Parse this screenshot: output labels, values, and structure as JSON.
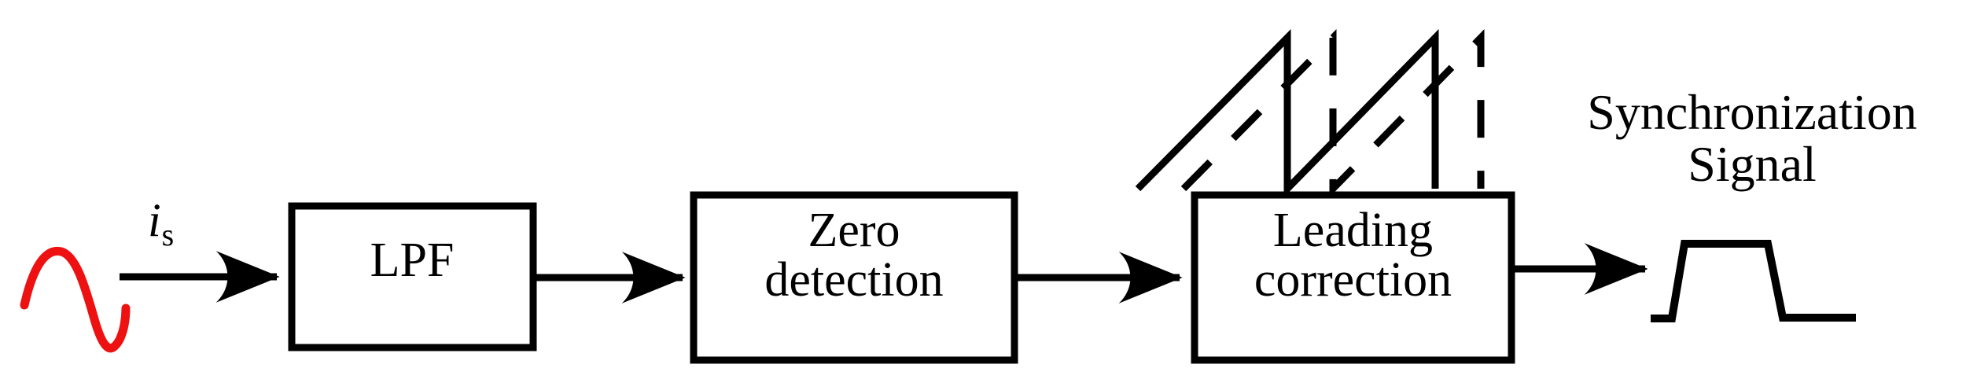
{
  "figure": {
    "kind": "signal-processing-block-diagram",
    "background_color": "#ffffff",
    "stroke_color": "#000000",
    "accent_color": "#ee1111"
  },
  "input": {
    "waveform_name": "sine-wave-input",
    "waveform_color": "#ee1111",
    "signal_label": "i",
    "signal_label_subscript": "s"
  },
  "blocks": [
    {
      "id": "lpf",
      "label": "LPF"
    },
    {
      "id": "zero_detection",
      "label": "Zero\ndetection"
    },
    {
      "id": "leading_correction",
      "label": "Leading\ncorrection"
    }
  ],
  "annotations": {
    "sawtooth_name": "sawtooth-ramp-waveforms",
    "sawtooth_solid_name": "sawtooth-solid",
    "sawtooth_dashed_name": "sawtooth-dashed"
  },
  "output": {
    "title_line_1": "Synchronization",
    "title_line_2": "Signal",
    "pulse_name": "trapezoidal-pulse-output"
  },
  "connectors": [
    {
      "from": "sine-wave-input",
      "to": "lpf",
      "type": "arrow"
    },
    {
      "from": "lpf",
      "to": "zero_detection",
      "type": "arrow"
    },
    {
      "from": "zero_detection",
      "to": "leading_correction",
      "type": "arrow"
    },
    {
      "from": "leading_correction",
      "to": "output-pulse",
      "type": "arrow"
    }
  ]
}
